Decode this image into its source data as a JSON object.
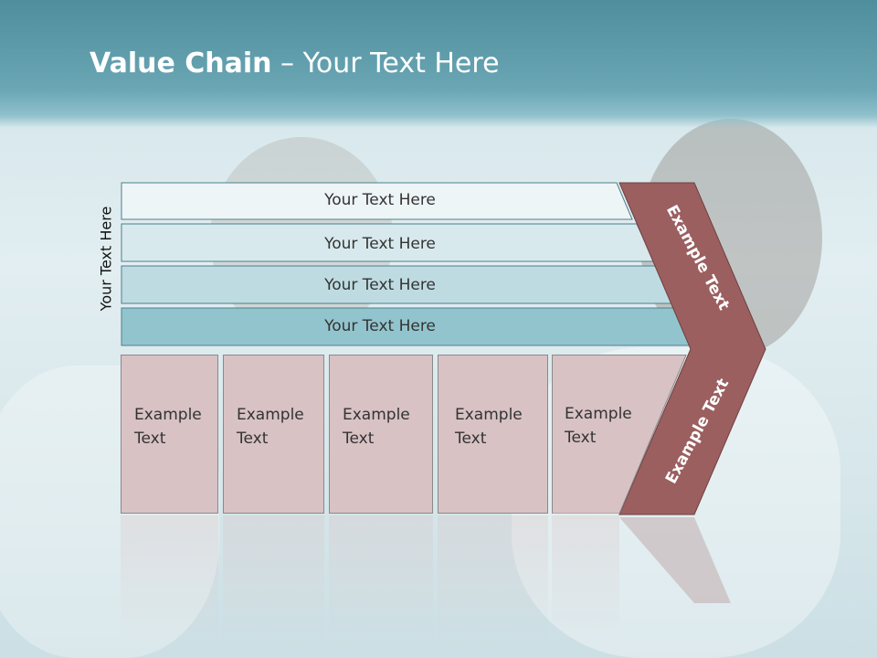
{
  "title": {
    "bold": "Value Chain",
    "rest": " – Your Text Here"
  },
  "side_label": "Your Text Here",
  "bands": [
    {
      "label": "Your Text Here"
    },
    {
      "label": "Your Text Here"
    },
    {
      "label": "Your Text Here"
    },
    {
      "label": "Your Text Here"
    }
  ],
  "chevron": {
    "top_label": "Example Text",
    "bottom_label": "Example Text"
  },
  "boxes": [
    {
      "line1": "Example",
      "line2": "Text"
    },
    {
      "line1": "Example",
      "line2": "Text"
    },
    {
      "line1": "Example",
      "line2": "Text"
    },
    {
      "line1": "Example",
      "line2": "Text"
    },
    {
      "line1": "Example",
      "line2": "Text"
    }
  ],
  "colors": {
    "header": "#5f9cab",
    "band1": "#eef5f7",
    "band2": "#d8e9ed",
    "band3": "#bedbe1",
    "band4": "#92c4cd",
    "chevron": "#9b5f60",
    "box": "#d8c2c4"
  }
}
